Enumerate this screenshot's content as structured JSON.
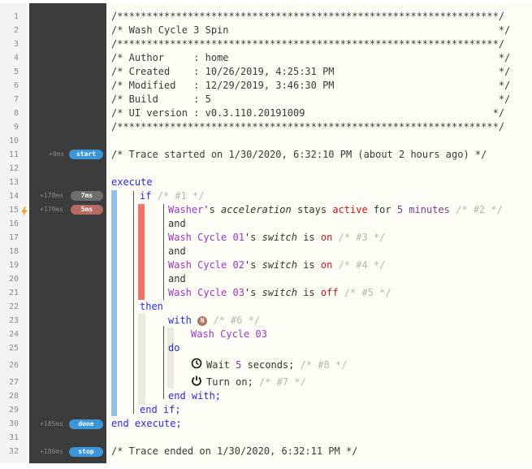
{
  "line_numbers": [
    "1",
    "2",
    "3",
    "4",
    "5",
    "6",
    "7",
    "8",
    "9",
    "10",
    "11",
    "12",
    "13",
    "14",
    "15",
    "16",
    "17",
    "18",
    "19",
    "20",
    "21",
    "22",
    "23",
    "24",
    "25",
    "26",
    "27",
    "28",
    "29",
    "30",
    "31",
    "32"
  ],
  "header": {
    "stars": "/*****************************************************************/",
    "title_line": "/* Wash Cycle 3 Spin                                              */",
    "author_line": "/* Author     : home                                              */",
    "created_line": "/* Created    : 10/26/2019, 4:25:31 PM                            */",
    "modified_line": "/* Modified   : 12/29/2019, 3:46:30 PM                            */",
    "build_line": "/* Build      : 5                                                 */",
    "ui_line": "/* UI version : v0.3.110.20191009                                */"
  },
  "trace": {
    "start_time": "+0ms",
    "start_label": "start",
    "if_time": "+178ms",
    "if_dur": "7ms",
    "cond_time": "+179ms",
    "cond_dur": "5ms",
    "done_time": "+185ms",
    "done_label": "done",
    "stop_time": "+186ms",
    "stop_label": "stop"
  },
  "code": {
    "trace_started": "/* Trace started on 1/30/2020, 6:32:10 PM (about 2 hours ago) */",
    "execute": "execute",
    "if_kw": "if",
    "if_cmt": "/* #1 */",
    "c1_dev": "Washer",
    "c1_mid": "'s ",
    "c1_attr": "acceleration",
    "c1_op": " stays ",
    "c1_val": "active",
    "c1_for": " for ",
    "c1_num": "5",
    "c1_unit": " minutes",
    "c1_cmt": "/* #2 */",
    "and": "and",
    "c2_dev": "Wash Cycle 01",
    "c2_mid": "'s ",
    "c2_attr": "switch",
    "c2_op": " is ",
    "c2_val": "on",
    "c2_cmt": "/* #3 */",
    "c3_dev": "Wash Cycle 02",
    "c3_mid": "'s ",
    "c3_attr": "switch",
    "c3_op": " is ",
    "c3_val": "on",
    "c3_cmt": "/* #4 */",
    "c4_dev": "Wash Cycle 03",
    "c4_mid": "'s ",
    "c4_attr": "switch",
    "c4_op": " is ",
    "c4_val": "off",
    "c4_cmt": "/* #5 */",
    "then": "then",
    "with": "with",
    "with_tag": "N",
    "with_cmt": "/* #6 */",
    "with_dev": "Wash Cycle 03",
    "do": "do",
    "wait_pre": "Wait ",
    "wait_num": "5",
    "wait_post": " seconds;",
    "wait_cmt": "/* #8 */",
    "turn_text": "Turn on;",
    "turn_cmt": "/* #7 */",
    "end_with": "end with;",
    "end_if": "end if;",
    "end_execute": "end execute;",
    "trace_ended": "/* Trace ended on 1/30/2020, 6:32:11 PM */"
  },
  "colors": {
    "blue_badge": "#3a95d9",
    "gray_badge": "#6e6e6e",
    "red_badge": "#b86a65",
    "condition_bar": "#f27368",
    "execute_bar": "#8fc2ea"
  },
  "icons": {
    "flash": "lightning-icon",
    "clock": "clock-icon",
    "power": "power-icon"
  }
}
